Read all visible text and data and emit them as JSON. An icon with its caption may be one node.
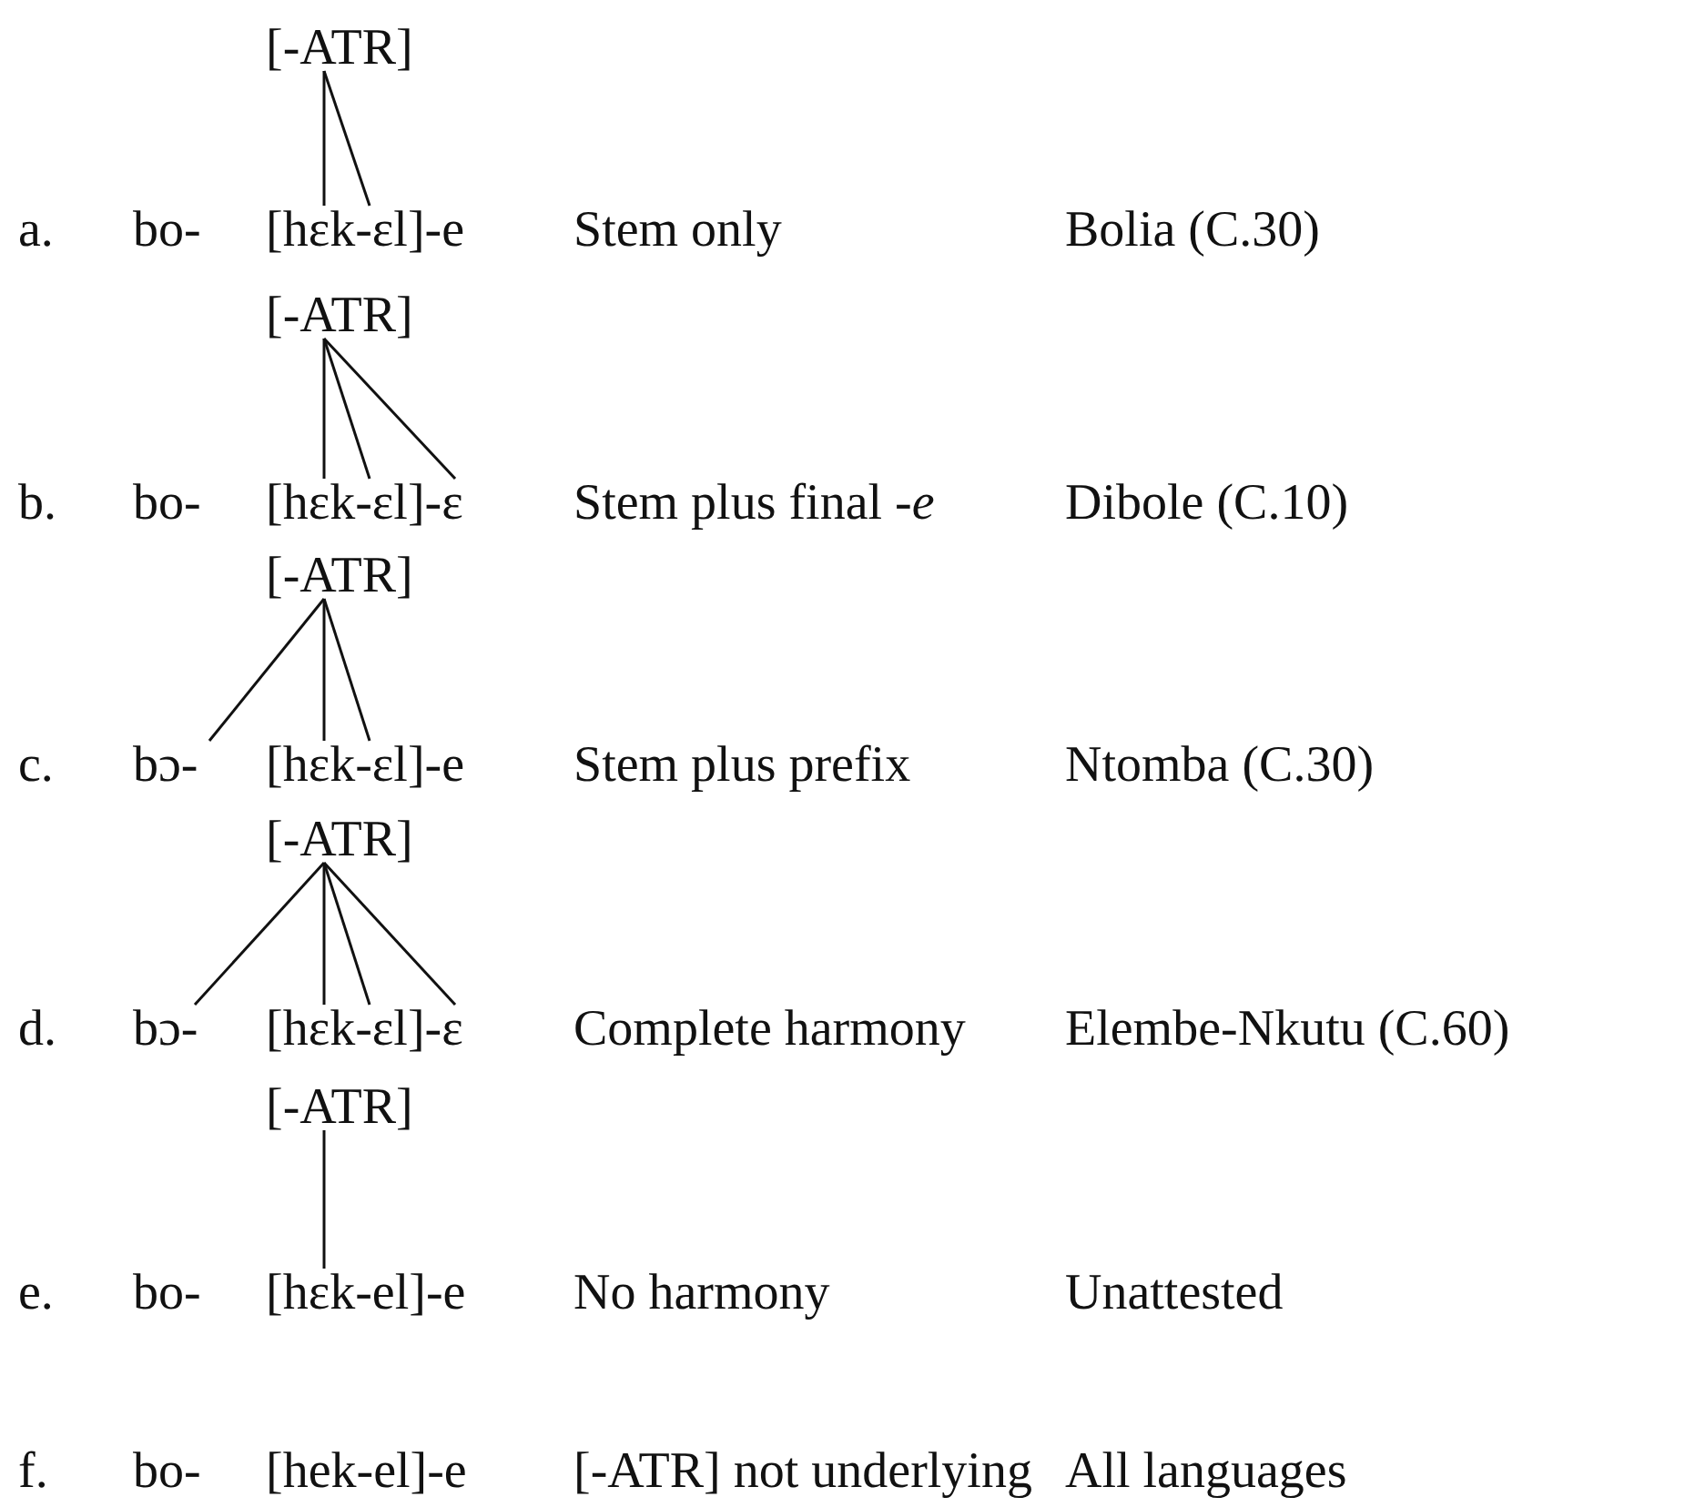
{
  "diagram": {
    "nodes": [
      {
        "text": [
          "[-ATR]"
        ]
      },
      {
        "text": [
          "[hɛk-ɛl]-e"
        ]
      },
      {
        "text": [
          "[-ATR]"
        ]
      },
      {
        "text": [
          "[hɛk-ɛl]-ɛ"
        ]
      },
      {
        "text": [
          "[-ATR]"
        ]
      },
      {
        "text": [
          "bɔ-"
        ]
      },
      {
        "text": [
          "[hɛk-ɛl]-e"
        ]
      },
      {
        "text": [
          "[-ATR]"
        ]
      },
      {
        "text": [
          "bɔ-"
        ]
      },
      {
        "text": [
          "[hɛk-ɛl]-ɛ"
        ]
      },
      {
        "text": [
          "[-ATR]"
        ]
      },
      {
        "text": [
          "[hɛk-el]-e"
        ]
      }
    ],
    "edges": [
      {
        "from": 0,
        "to": 1,
        "arrow": "none"
      },
      {
        "from": 0,
        "to": 1,
        "arrow": "none"
      },
      {
        "from": 2,
        "to": 3,
        "arrow": "none"
      },
      {
        "from": 2,
        "to": 3,
        "arrow": "none"
      },
      {
        "from": 2,
        "to": 3,
        "arrow": "none"
      },
      {
        "from": 4,
        "to": 5,
        "arrow": "none"
      },
      {
        "from": 4,
        "to": 6,
        "arrow": "none"
      },
      {
        "from": 4,
        "to": 6,
        "arrow": "none"
      },
      {
        "from": 7,
        "to": 8,
        "arrow": "none"
      },
      {
        "from": 7,
        "to": 9,
        "arrow": "none"
      },
      {
        "from": 7,
        "to": 9,
        "arrow": "none"
      },
      {
        "from": 7,
        "to": 9,
        "arrow": "none"
      },
      {
        "from": 10,
        "to": 11,
        "arrow": "none"
      }
    ],
    "labels": [
      "a.",
      "bo-",
      "Stem only",
      "Bolia (C.30)",
      "b.",
      "bo-",
      "Stem plus final -*e*",
      "Dibole (C.10)",
      "c.",
      "Stem plus prefix",
      "Ntomba (C.30)",
      "d.",
      "Complete harmony",
      "Elembe-Nkutu (C.60)",
      "e.",
      "bo-",
      "No harmony",
      "Unattested",
      "f.",
      "bo-",
      "[hek-el]-e",
      "[-ATR] not underlying",
      "All languages"
    ]
  }
}
